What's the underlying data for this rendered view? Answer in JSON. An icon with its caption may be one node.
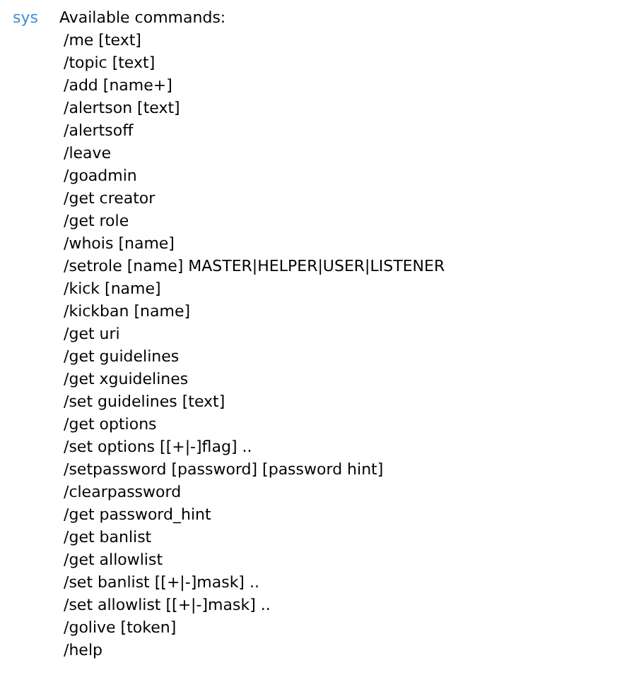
{
  "diagram": {
    "labels": [
      "sys",
      "Available commands:",
      "/me [text]",
      "/topic [text]",
      "/add [name+]",
      "/alertson [text]",
      "/alertsoff",
      "/leave",
      "/goadmin",
      "/get creator",
      "/get role",
      "/whois [name]",
      "/setrole [name] MASTER|HELPER|USER|LISTENER",
      "/kick [name]",
      "/kickban [name]",
      "/get uri",
      "/get guidelines",
      "/get xguidelines",
      "/set guidelines [text]",
      "/get options",
      "/set options [[+|-]flag] ..",
      "/setpassword [password] [password hint]",
      "/clearpassword",
      "/get password_hint",
      "/get banlist",
      "/get allowlist",
      "/set banlist [[+|-]mask] ..",
      "/set allowlist [[+|-]mask] ..",
      "/golive [token]",
      "/help"
    ]
  }
}
